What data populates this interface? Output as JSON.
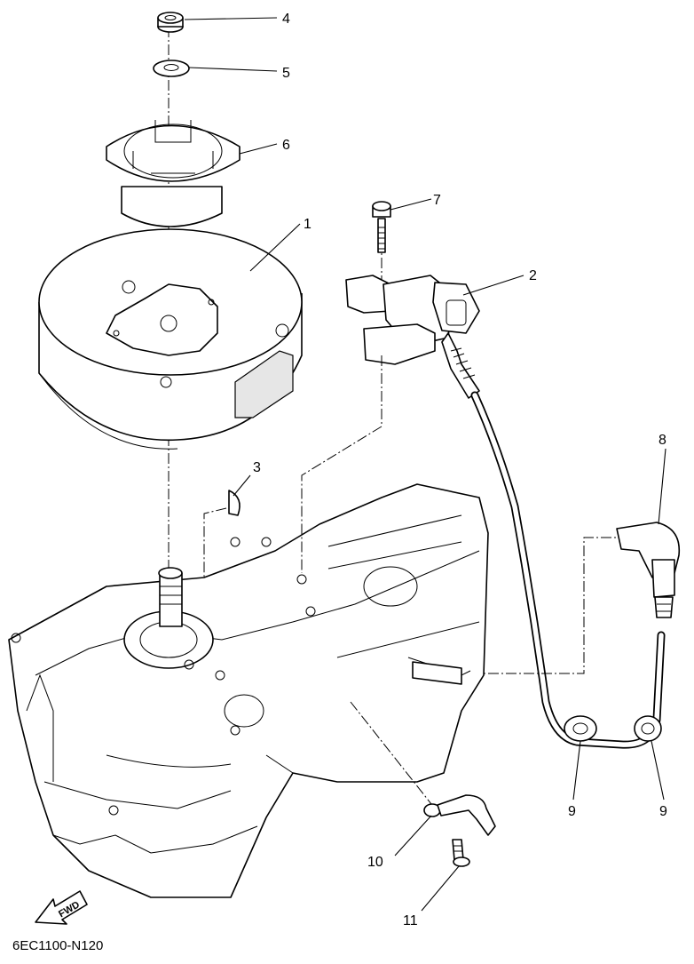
{
  "callouts": [
    {
      "id": "1",
      "label": "1"
    },
    {
      "id": "2",
      "label": "2"
    },
    {
      "id": "3",
      "label": "3"
    },
    {
      "id": "4",
      "label": "4"
    },
    {
      "id": "5",
      "label": "5"
    },
    {
      "id": "6",
      "label": "6"
    },
    {
      "id": "7",
      "label": "7"
    },
    {
      "id": "8",
      "label": "8"
    },
    {
      "id": "9a",
      "label": "9"
    },
    {
      "id": "9b",
      "label": "9"
    },
    {
      "id": "10",
      "label": "10"
    },
    {
      "id": "11",
      "label": "11"
    }
  ],
  "direction_arrow": {
    "label": "FWD"
  },
  "diagram_code": "6EC1100-N120"
}
